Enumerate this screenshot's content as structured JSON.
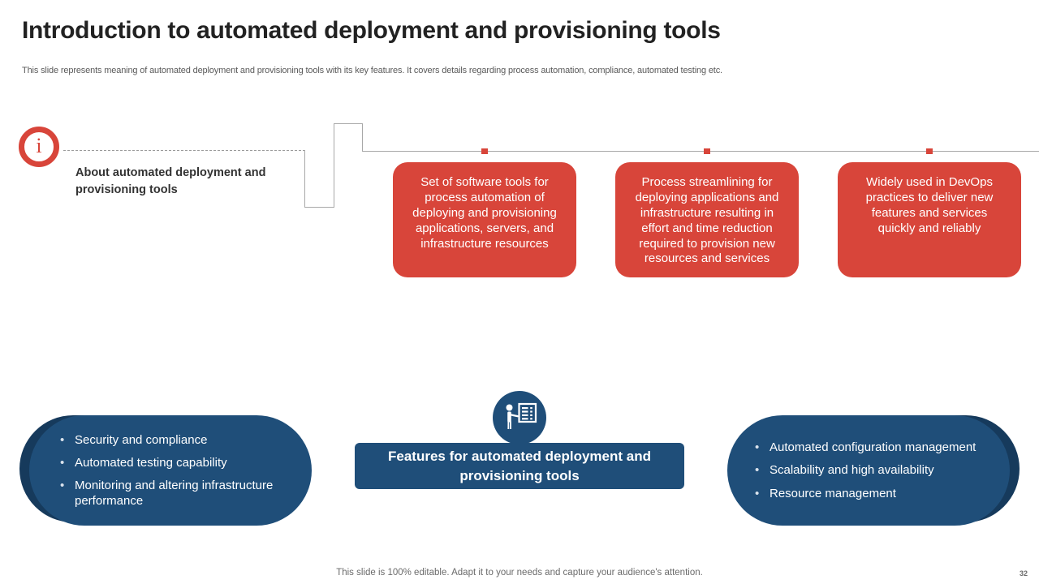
{
  "slide": {
    "title": "Introduction to automated deployment and provisioning tools",
    "subtitle": "This slide represents meaning of automated deployment and provisioning tools with its key features. It covers details regarding process automation, compliance, automated testing etc.",
    "page_number": "32",
    "footer_note": "This slide is 100% editable. Adapt it to your needs and capture your audience's attention."
  },
  "colors": {
    "red": "#D8453A",
    "blue": "#1F4E79",
    "blue_shadow": "#163a5c",
    "title_text": "#222222",
    "body_text": "#5a5a5a",
    "connector": "#a8a8a8"
  },
  "about": {
    "icon": "info-icon",
    "label": "About automated deployment and provisioning tools"
  },
  "definition_cards": [
    {
      "text": "Set of software tools for process automation of deploying and provisioning applications, servers, and infrastructure  resources"
    },
    {
      "text": "Process streamlining for deploying applications and infrastructure  resulting in effort and time reduction required to provision new resources and services"
    },
    {
      "text": "Widely used in DevOps practices to deliver new features and services quickly and reliably"
    }
  ],
  "features": {
    "icon": "presentation-board-icon",
    "heading": "Features for automated deployment and provisioning tools",
    "left_pill": {
      "items": [
        "Security and compliance",
        "Automated testing capability",
        "Monitoring and altering infrastructure  performance"
      ]
    },
    "right_pill": {
      "items": [
        "Automated configuration management",
        "Scalability and high availability",
        "Resource management"
      ]
    }
  }
}
